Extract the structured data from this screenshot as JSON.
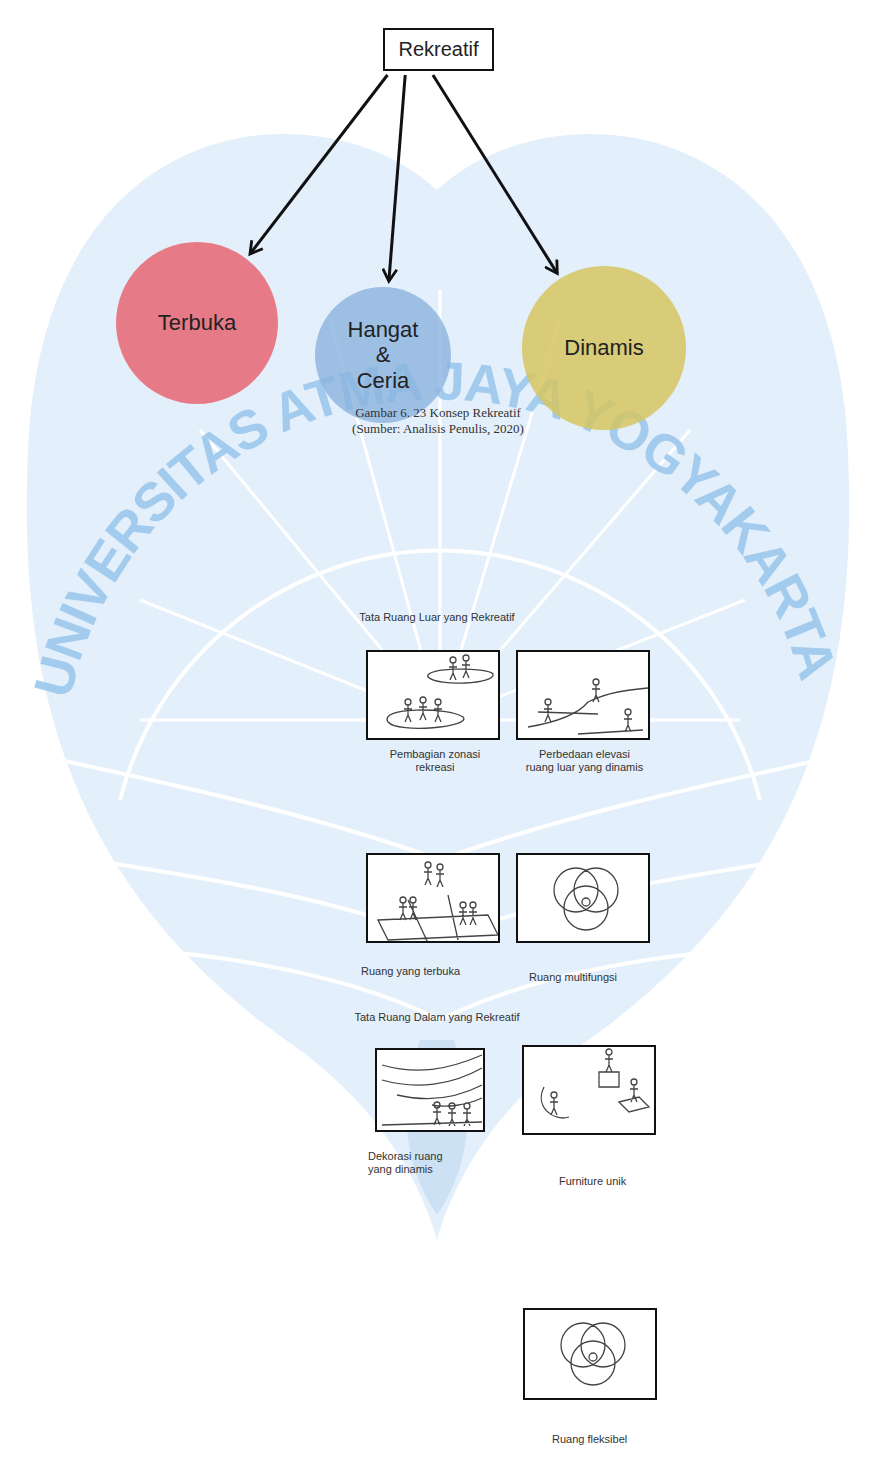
{
  "diagram": {
    "caption": "Gambar 6. 23 Konsep Rekreatif (Sumber: Analisis Penulis, 2020)",
    "nodes": [
      {
        "text": [
          "Rekreatif"
        ]
      },
      {
        "text": [
          "Terbuka"
        ]
      },
      {
        "text": [
          "Hangat & Ceria"
        ]
      },
      {
        "text": [
          "Dinamis"
        ]
      },
      {
        "text": [
          "Pembagian zonasi rekreasi"
        ]
      },
      {
        "text": [
          "Perbedaan elevasi ruang luar yang dinamis"
        ]
      },
      {
        "text": [
          "Ruang yang terbuka"
        ]
      },
      {
        "text": [
          "Ruang multifungsi"
        ]
      },
      {
        "text": [
          "Dekorasi ruang yang dinamis"
        ]
      },
      {
        "text": [
          "Furniture unik"
        ]
      },
      {
        "text": [
          "Ruang fleksibel"
        ]
      }
    ],
    "edges": [
      {
        "from": 0,
        "to": 1,
        "arrow": "to"
      },
      {
        "from": 0,
        "to": 2,
        "arrow": "to"
      },
      {
        "from": 0,
        "to": 3,
        "arrow": "to"
      }
    ],
    "labels": [
      "UNIVERSITAS ATMA JAYA YOGYAKARTA",
      "Tata Ruang Luar yang Rekreatif",
      "Tata Ruang Dalam yang Rekreatif"
    ]
  }
}
